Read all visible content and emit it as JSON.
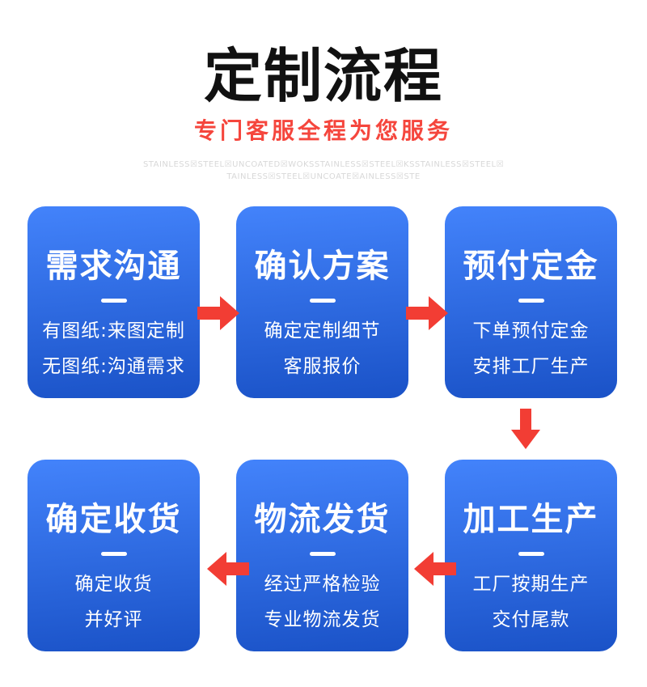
{
  "colors": {
    "box-grad-top": "#4383fb",
    "box-grad-bottom": "#1a52c7",
    "arrow-red": "#f23d34",
    "subtitle-red": "#f5463d",
    "title-black": "#111111",
    "watermark-gray": "#d8d8d8",
    "box-text": "#ffffff",
    "background": "#ffffff"
  },
  "header": {
    "title": "定制流程",
    "subtitle": "专门客服全程为您服务",
    "watermark_line1": "STAINLESS☒STEEL☒UNCOATED☒WOKSSTAINLESS☒STEEL☒KSSTAINLESS☒STEEL☒",
    "watermark_line2": "TAINLESS☒STEEL☒UNCOATE☒AINLESS☒STE"
  },
  "steps": [
    {
      "title": "需求沟通",
      "line1": "有图纸:来图定制",
      "line2": "无图纸:沟通需求"
    },
    {
      "title": "确认方案",
      "line1": "确定定制细节",
      "line2": "客服报价"
    },
    {
      "title": "预付定金",
      "line1": "下单预付定金",
      "line2": "安排工厂生产"
    },
    {
      "title": "加工生产",
      "line1": "工厂按期生产",
      "line2": "交付尾款"
    },
    {
      "title": "物流发货",
      "line1": "经过严格检验",
      "line2": "专业物流发货"
    },
    {
      "title": "确定收货",
      "line1": "确定收货",
      "line2": "并好评"
    }
  ]
}
